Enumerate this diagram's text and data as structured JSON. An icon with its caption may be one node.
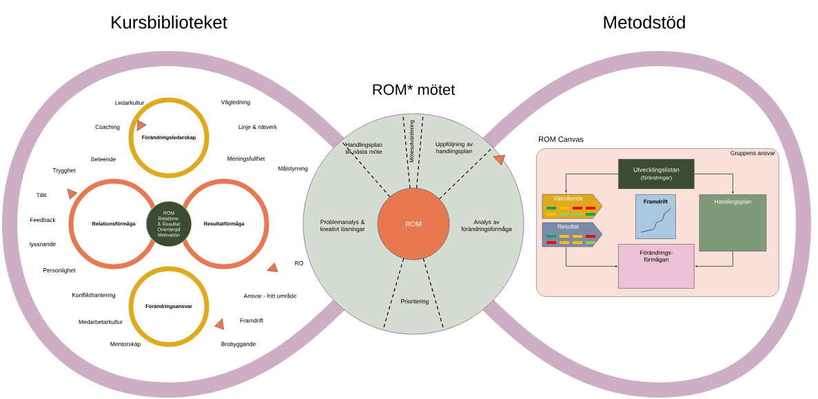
{
  "diagram": {
    "nodes": [
      {
        "text": [
          "ROM Relations- & Resultat Orienterad Motivation"
        ]
      },
      {
        "text": [
          "Förändringsledarskap"
        ]
      },
      {
        "text": [
          "Relationsförmåga"
        ]
      },
      {
        "text": [
          "Resultatförmåga"
        ]
      },
      {
        "text": [
          "Förändringsansvar"
        ]
      },
      {
        "text": [
          "ROM* mötet",
          "Handlingsplan till nästa möte",
          "Mötesutvärdering",
          "Uppföljning av handlingsplan",
          "Problemanalys & kreativt lösningar",
          "Analys av förändringsförmåga",
          "Prioritering"
        ]
      },
      {
        "text": [
          "ROM"
        ],
        "in": 5
      },
      {
        "text": [
          "ROM Canvas",
          "Gruppens ansvar"
        ]
      },
      {
        "text": [
          "Utvecklingslistan",
          "(förändringar)"
        ],
        "in": 7
      },
      {
        "text": [
          "Välmående"
        ],
        "in": 7
      },
      {
        "text": [
          "Resultat"
        ],
        "in": 7
      },
      {
        "text": [
          "Framdrift"
        ],
        "in": 7
      },
      {
        "text": [
          "Handlingsplan"
        ],
        "in": 7
      },
      {
        "text": [
          "Förändrings- förmågan"
        ],
        "in": 7
      }
    ],
    "edges": [
      {
        "from": 8,
        "to": 9,
        "arrow": "to"
      },
      {
        "from": 8,
        "to": 12,
        "arrow": "to"
      },
      {
        "from": 10,
        "to": 13,
        "arrow": "to"
      },
      {
        "from": 12,
        "to": 13,
        "arrow": "to"
      }
    ],
    "labels": [
      "Kursbiblioteket",
      "Metodstöd",
      "Ledarkultur",
      "Vägledning",
      "Coaching",
      "Linje & nätverk",
      "Beteende",
      "Meningsfullhet",
      "Trygghet",
      "Målstyrning",
      "Tillit",
      "Feedback",
      "lyssnande",
      "Personlighet",
      "RO",
      "Konflikthantering",
      "Ansvar - fritt område",
      "Medarbetarkultur",
      "Framdrift",
      "Mentorskap",
      "Brobyggande"
    ]
  }
}
